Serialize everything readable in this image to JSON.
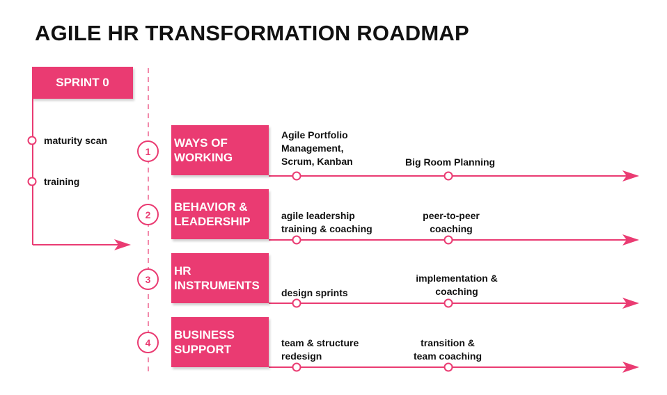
{
  "title": "AGILE HR TRANSFORMATION ROADMAP",
  "colors": {
    "accent": "#ea3b72",
    "text": "#111111",
    "background": "#ffffff"
  },
  "sprint0": {
    "label": "SPRINT 0",
    "items": [
      "maturity scan",
      "training"
    ]
  },
  "phases": [
    {
      "number": "1",
      "title": "WAYS OF\nWORKING",
      "milestones": [
        "Agile Portfolio\nManagement,\nScrum, Kanban",
        "Big Room Planning"
      ]
    },
    {
      "number": "2",
      "title": "BEHAVIOR &\nLEADERSHIP",
      "milestones": [
        "agile leadership\ntraining & coaching",
        "peer-to-peer\ncoaching"
      ]
    },
    {
      "number": "3",
      "title": "HR\nINSTRUMENTS",
      "milestones": [
        "design sprints",
        "implementation &\ncoaching"
      ]
    },
    {
      "number": "4",
      "title": "BUSINESS\nSUPPORT",
      "milestones": [
        "team & structure\nredesign",
        "transition &\nteam coaching"
      ]
    }
  ]
}
